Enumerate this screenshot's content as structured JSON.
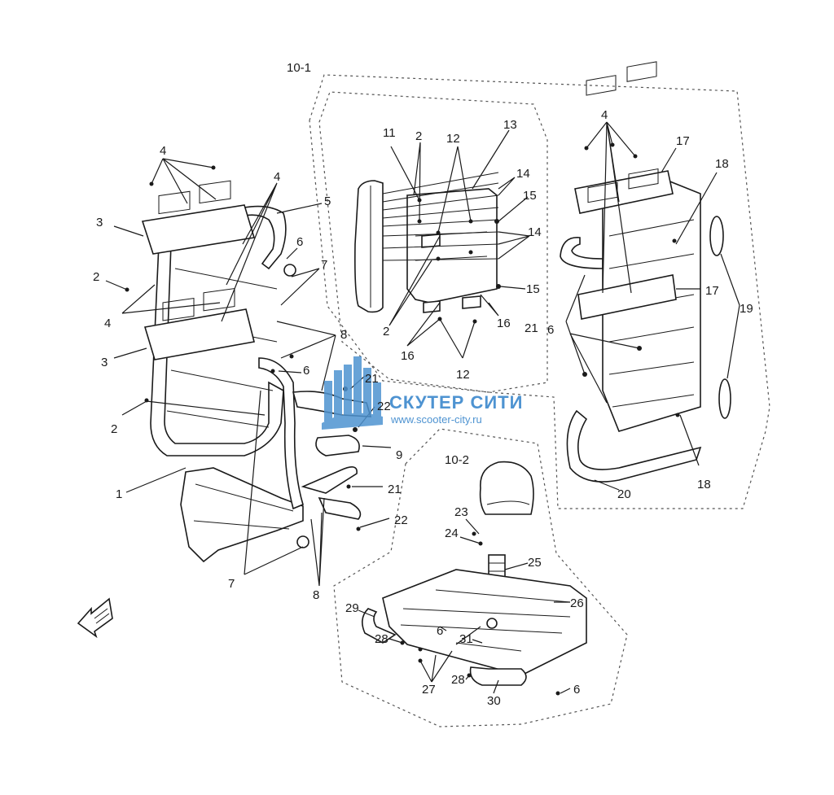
{
  "callouts": {
    "c_10_1": "10-1",
    "c_10_2": "10-2",
    "c1": "1",
    "c2": "2",
    "c3": "3",
    "c4": "4",
    "c5": "5",
    "c6": "6",
    "c7": "7",
    "c8": "8",
    "c9": "9",
    "c11": "11",
    "c12": "12",
    "c13": "13",
    "c14": "14",
    "c15": "15",
    "c16": "16",
    "c17": "17",
    "c18": "18",
    "c19": "19",
    "c20": "20",
    "c21": "21",
    "c22": "22",
    "c23": "23",
    "c24": "24",
    "c25": "25",
    "c26": "26",
    "c27": "27",
    "c28": "28",
    "c29": "29",
    "c30": "30",
    "c31": "31"
  },
  "watermark": {
    "title": "СКУТЕР СИТИ",
    "url": "www.scooter-city.ru",
    "color": "#4e93d1"
  },
  "icons": {
    "front_arrow": "front-direction-arrow-icon"
  }
}
